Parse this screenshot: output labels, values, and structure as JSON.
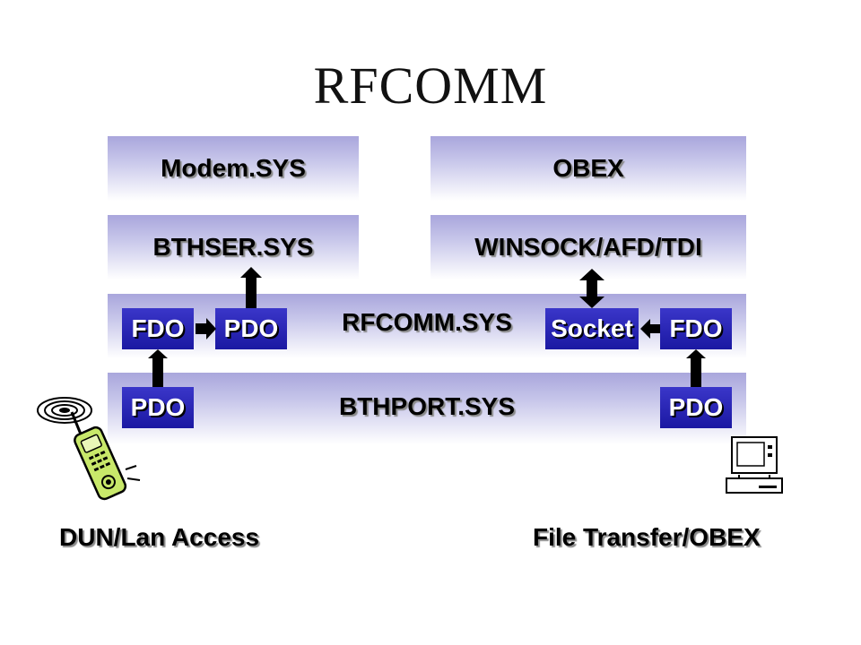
{
  "title": "RFCOMM",
  "layers": {
    "modem": "Modem.SYS",
    "obex": "OBEX",
    "bthser": "BTHSER.SYS",
    "winsock": "WINSOCK/AFD/TDI",
    "rfcomm": "RFCOMM.SYS",
    "bthport": "BTHPORT.SYS"
  },
  "chips": {
    "rfcomm_fdo_left": "FDO",
    "rfcomm_pdo_left": "PDO",
    "rfcomm_socket": "Socket",
    "rfcomm_fdo_right": "FDO",
    "bthport_pdo_left": "PDO",
    "bthport_pdo_right": "PDO"
  },
  "captions": {
    "left": "DUN/Lan Access",
    "right": "File Transfer/OBEX"
  },
  "icons": [
    "cell-phone-icon",
    "computer-icon"
  ],
  "colors": {
    "layer_top": "#a9a6dc",
    "chip": "#1b18a2",
    "arrow": "#000000"
  }
}
